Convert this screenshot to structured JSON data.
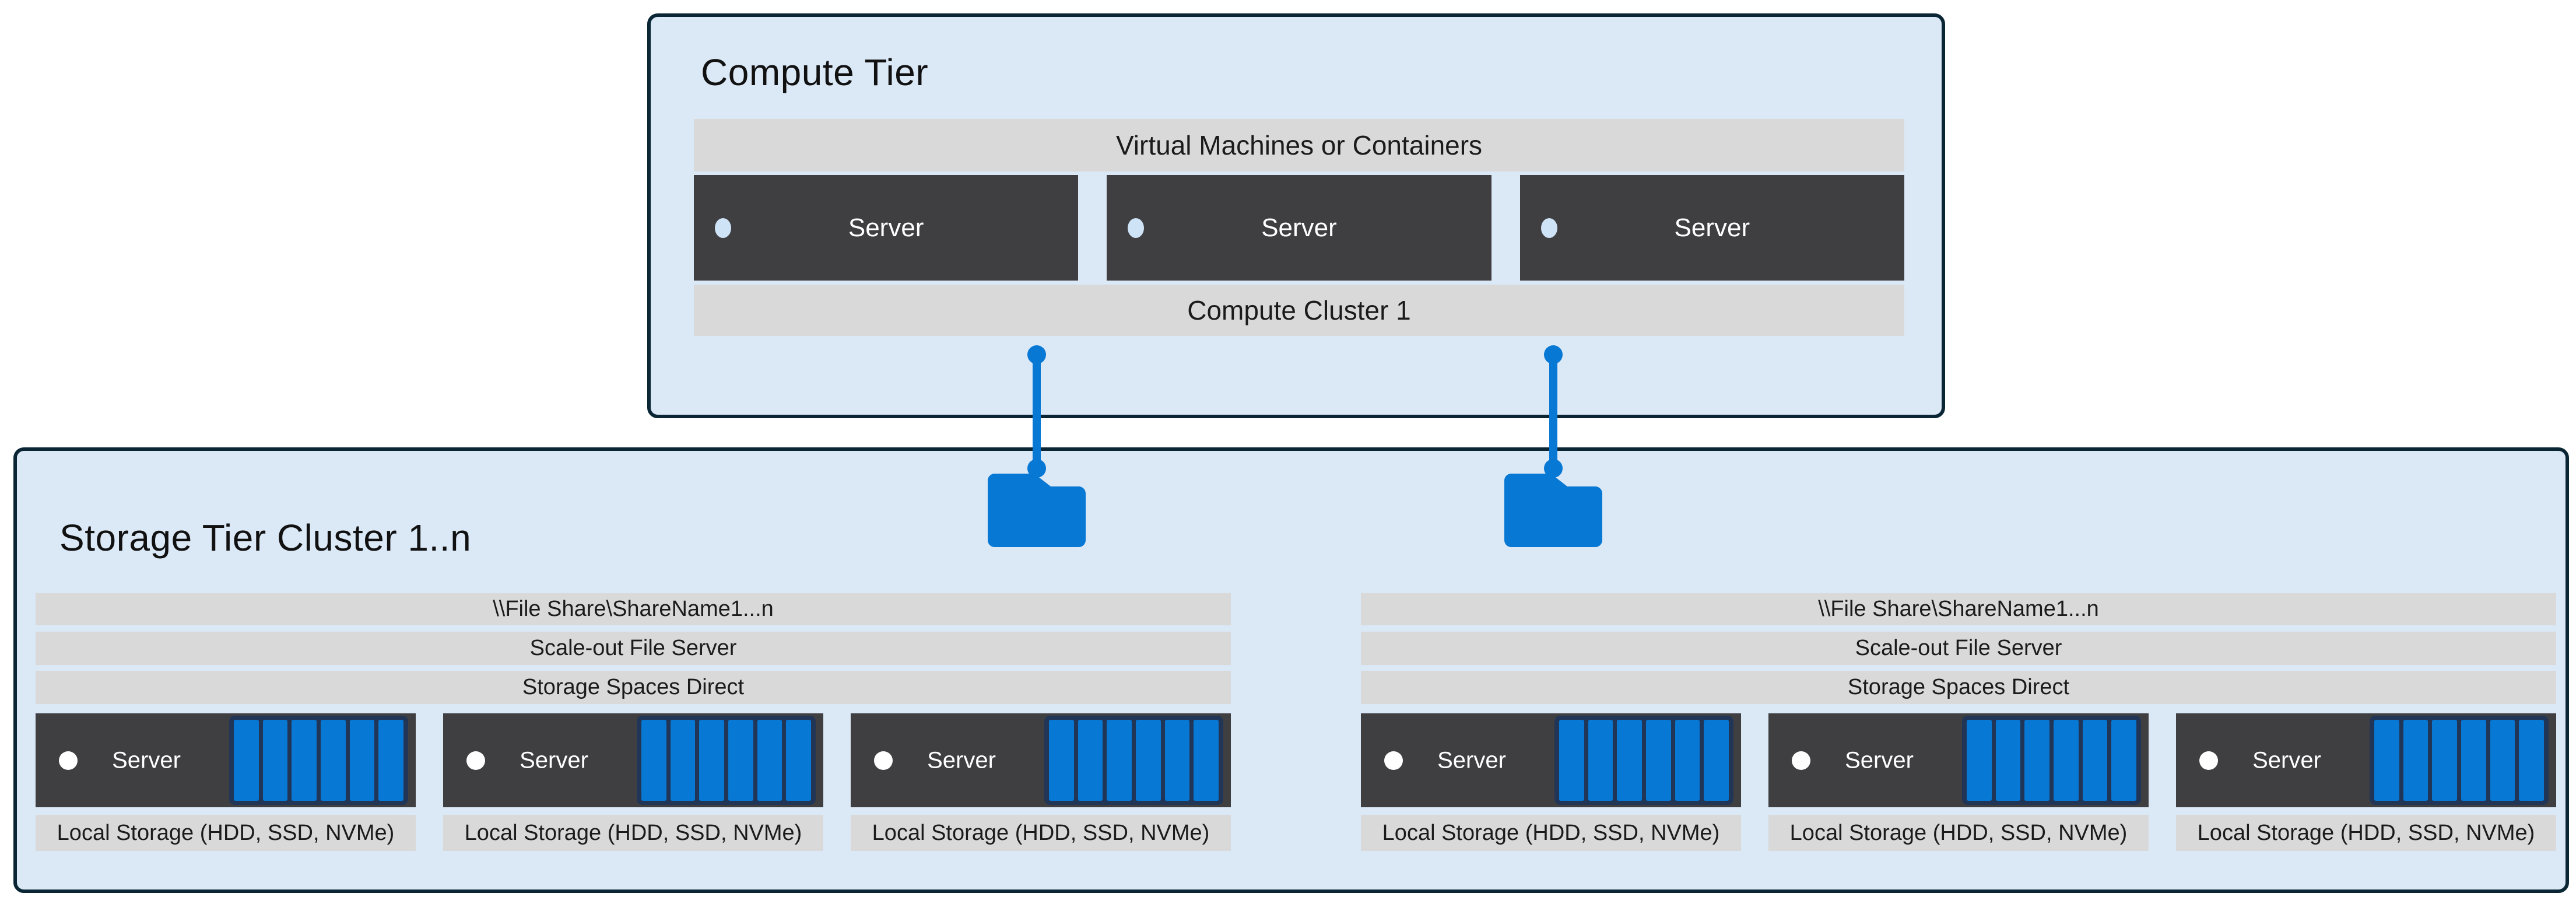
{
  "colors": {
    "tier_fill": "#dbe8f6",
    "tier_border": "#0a2534",
    "bar_gray": "#d9d9d9",
    "server_dark": "#3f3f42",
    "accent_blue": "#0778d4",
    "disk_frame_navy": "#213556"
  },
  "compute_tier": {
    "title": "Compute Tier",
    "vm_layer_label": "Virtual Machines or Containers",
    "cluster_label": "Compute Cluster 1",
    "servers": [
      {
        "label": "Server"
      },
      {
        "label": "Server"
      },
      {
        "label": "Server"
      }
    ]
  },
  "storage_tier": {
    "title": "Storage Tier Cluster 1..n",
    "clusters": [
      {
        "share_path_label": "\\\\File Share\\ShareName1...n",
        "sofs_label": "Scale-out File Server",
        "s2d_label": "Storage Spaces Direct",
        "servers": [
          {
            "label": "Server",
            "local_storage_label": "Local Storage (HDD, SSD, NVMe)"
          },
          {
            "label": "Server",
            "local_storage_label": "Local Storage (HDD, SSD, NVMe)"
          },
          {
            "label": "Server",
            "local_storage_label": "Local Storage (HDD, SSD, NVMe)"
          }
        ]
      },
      {
        "share_path_label": "\\\\File Share\\ShareName1...n",
        "sofs_label": "Scale-out File Server",
        "s2d_label": "Storage Spaces Direct",
        "servers": [
          {
            "label": "Server",
            "local_storage_label": "Local Storage (HDD, SSD, NVMe)"
          },
          {
            "label": "Server",
            "local_storage_label": "Local Storage (HDD, SSD, NVMe)"
          },
          {
            "label": "Server",
            "local_storage_label": "Local Storage (HDD, SSD, NVMe)"
          }
        ]
      }
    ]
  }
}
